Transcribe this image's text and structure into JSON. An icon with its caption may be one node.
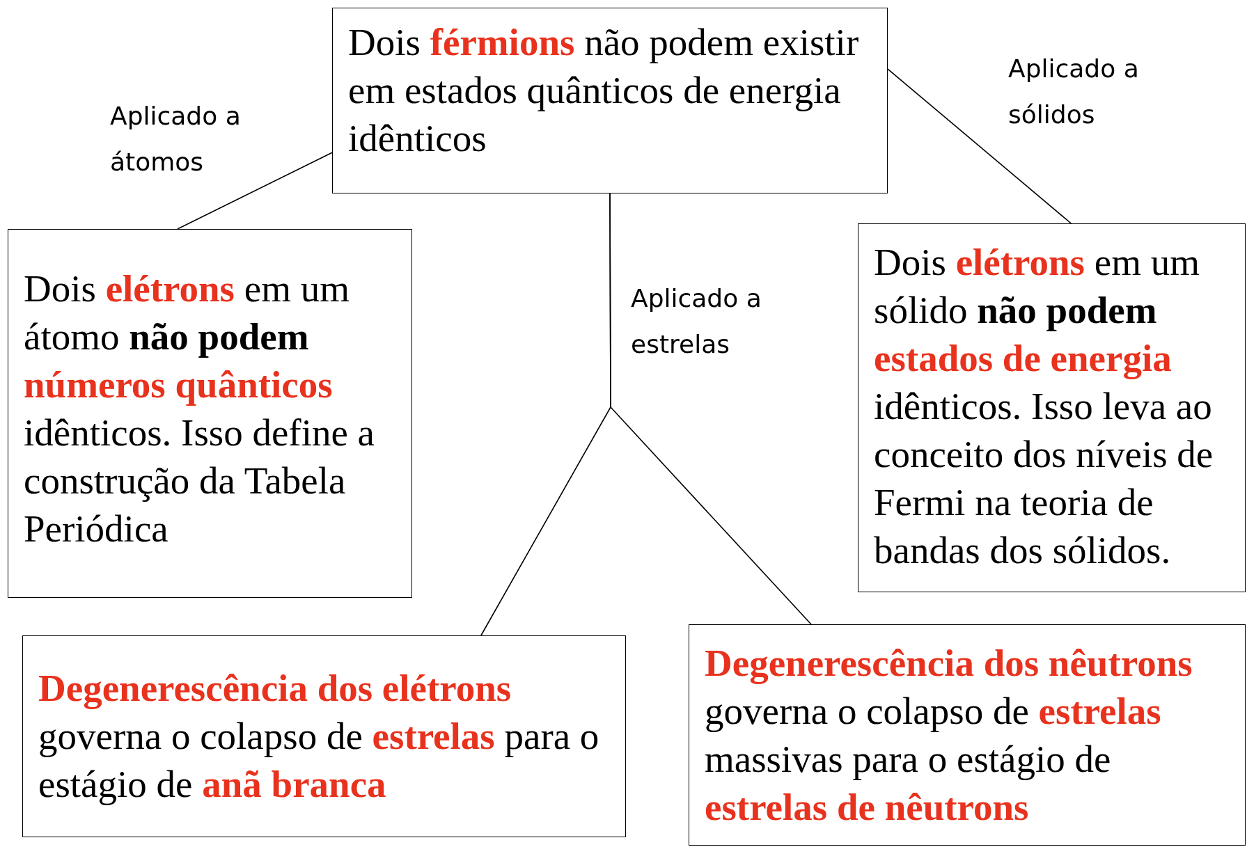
{
  "diagram": {
    "nodes": [
      {
        "text": [
          "Dois **férmions** não podem existir em estados quânticos de energia idênticos"
        ]
      },
      {
        "text": [
          "Dois **elétrons** em um átomo **não podem** **números quânticos** idênticos. Isso define a construção da Tabela Periódica"
        ]
      },
      {
        "text": [
          "Dois **elétrons** em um sólido **não podem** **estados de energia** idênticos. Isso leva ao conceito dos níveis de Fermi na teoria de bandas dos sólidos."
        ]
      },
      {
        "text": [
          "**Degenerescência dos elétrons** governa o colapso de **estrelas** para o estágio de **anã branca**"
        ]
      },
      {
        "text": [
          "**Degenerescência dos nêutrons** governa o colapso de **estrelas** massivas para o estágio de **estrelas de nêutrons**"
        ]
      }
    ],
    "edges": [
      {
        "from": 0,
        "to": 1,
        "arrow": "none",
        "label": "Aplicado a átomos"
      },
      {
        "from": 0,
        "to": 2,
        "arrow": "none",
        "label": "Aplicado a sólidos"
      },
      {
        "from": 0,
        "to": 3,
        "arrow": "none",
        "label": "Aplicado a estrelas"
      },
      {
        "from": 0,
        "to": 4,
        "arrow": "none"
      }
    ]
  }
}
